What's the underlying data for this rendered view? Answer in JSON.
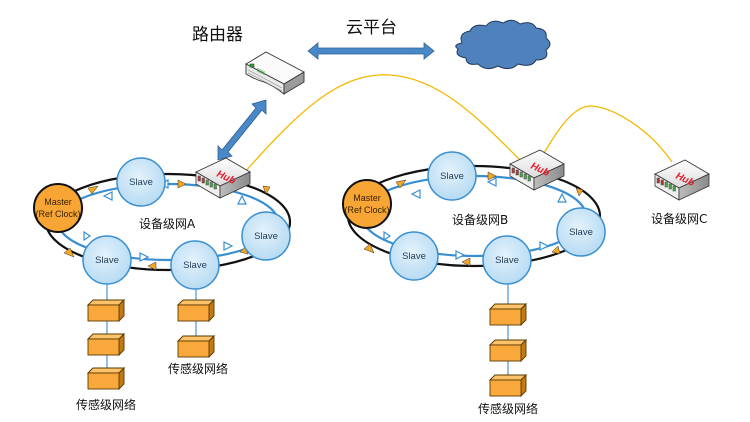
{
  "labels": {
    "router": "路由器",
    "cloud_platform": "云平台",
    "network_a": "设备级网A",
    "network_b": "设备级网B",
    "network_c": "设备级网C",
    "sensor_a1": "传感级网络",
    "sensor_a2": "传感级网络",
    "sensor_b": "传感级网络"
  },
  "nodes": {
    "slave": "Slave",
    "master_line1": "Master",
    "master_line2": "(Ref Clock)",
    "hub": "Hub"
  },
  "icons": {
    "router": "router-icon",
    "cloud": "cloud-icon",
    "hub": "hub-icon",
    "sensor": "sensor-box-icon"
  },
  "colors": {
    "slave_fill": "#c7e3f6",
    "slave_stroke": "#3a8fd0",
    "master_fill": "#f7a535",
    "ring_black": "#111111",
    "ring_blue": "#3a8fd0",
    "arrow_fill": "#f5a623",
    "link_yellow": "#f5b800",
    "router_arrow": "#4a89c8",
    "cloud_fill": "#4f81bd",
    "sensor_fill": "#f9a93b"
  }
}
